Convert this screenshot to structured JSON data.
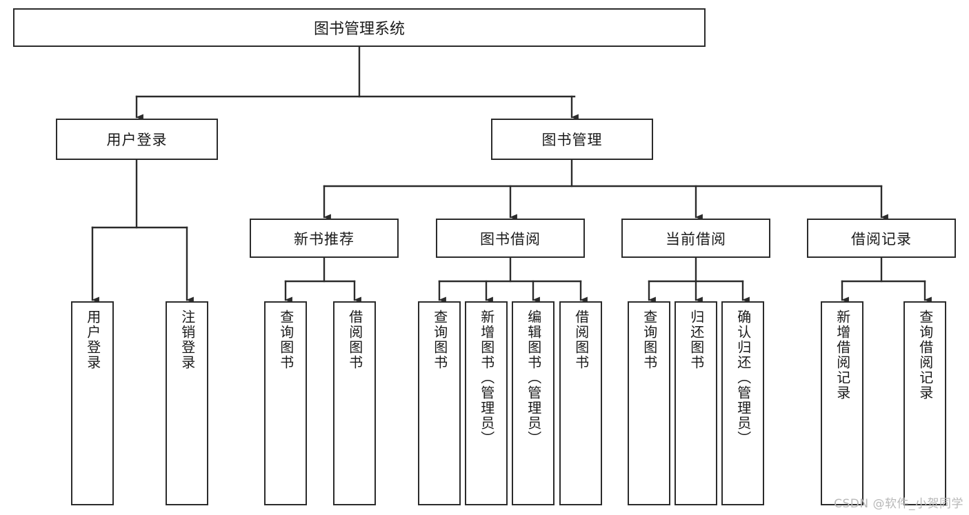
{
  "diagram": {
    "type": "tree",
    "title": "图书管理系统",
    "watermark": "CSDN @软件_小贺同学",
    "colors": {
      "box_border": "#2b2b2b",
      "box_fill": "#ffffff",
      "connector": "#2b2b2b",
      "text": "#1a1a1a",
      "watermark": "#b8b8b8"
    },
    "nodes": {
      "root": {
        "label": "图书管理系统"
      },
      "level2": [
        {
          "id": "login",
          "label": "用户登录"
        },
        {
          "id": "bookmgmt",
          "label": "图书管理"
        }
      ],
      "level3": [
        {
          "id": "newbook",
          "label": "新书推荐"
        },
        {
          "id": "borrow",
          "label": "图书借阅"
        },
        {
          "id": "current",
          "label": "当前借阅"
        },
        {
          "id": "records",
          "label": "借阅记录"
        }
      ],
      "leaves": {
        "login": [
          {
            "label": "用户登录"
          },
          {
            "label": "注销登录"
          }
        ],
        "newbook": [
          {
            "label": "查询图书"
          },
          {
            "label": "借阅图书"
          }
        ],
        "borrow": [
          {
            "label": "查询图书"
          },
          {
            "label": "新增图书（管理员）"
          },
          {
            "label": "编辑图书（管理员）"
          },
          {
            "label": "借阅图书"
          }
        ],
        "current": [
          {
            "label": "查询图书"
          },
          {
            "label": "归还图书"
          },
          {
            "label": "确认归还（管理员）"
          }
        ],
        "records": [
          {
            "label": "新增借阅记录"
          },
          {
            "label": "查询借阅记录"
          }
        ]
      }
    }
  }
}
